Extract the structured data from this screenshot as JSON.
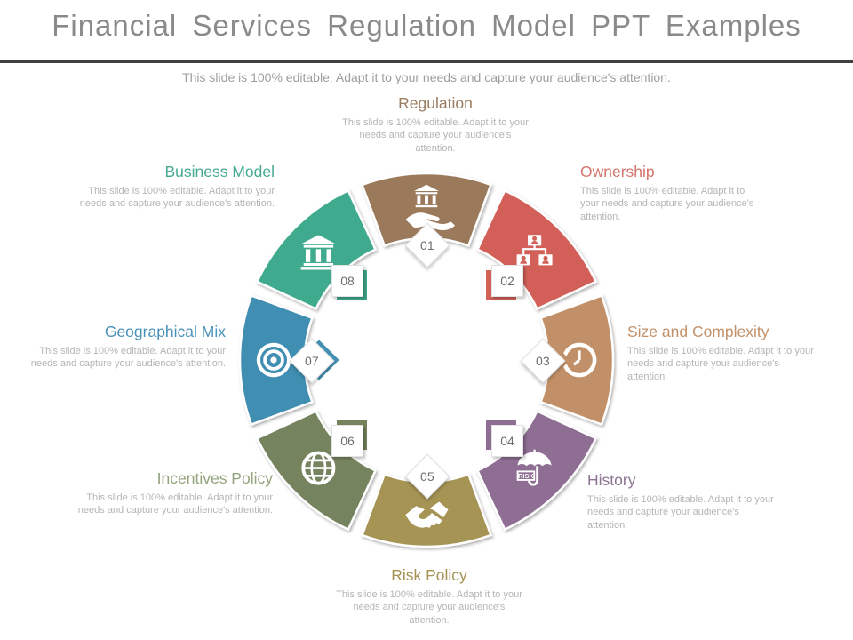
{
  "slide": {
    "title": "Financial Services Regulation Model PPT Examples",
    "subtitle": "This slide is 100% editable. Adapt it to your needs and capture your audience's attention."
  },
  "diagram": {
    "segments": [
      {
        "number": "01",
        "label": "Regulation",
        "description": "This slide is 100% editable. Adapt it to your needs and capture your audience's attention.",
        "color": "#9b7a5c",
        "label_color": "#9b7c5e",
        "icon": "bank-hand-icon",
        "badge_shape": "diamond"
      },
      {
        "number": "02",
        "label": "Ownership",
        "description": "This slide is 100% editable. Adapt it to your needs and capture your audience's attention.",
        "color": "#d26158",
        "label_color": "#d4756b",
        "icon": "org-chart-icon",
        "badge_shape": "square"
      },
      {
        "number": "03",
        "label": "Size and Complexity",
        "description": "This slide is 100% editable. Adapt it to your needs and capture your audience's attention.",
        "color": "#c19068",
        "label_color": "#c39169",
        "icon": "clock-icon",
        "badge_shape": "diamond"
      },
      {
        "number": "04",
        "label": "History",
        "description": "This slide is 100% editable. Adapt it to your needs and capture your audience's attention.",
        "color": "#8e6e93",
        "label_color": "#8d7494",
        "icon": "risk-umbrella-icon",
        "badge_shape": "square"
      },
      {
        "number": "05",
        "label": "Risk Policy",
        "description": "This slide is 100% editable. Adapt it to your needs and capture your audience's attention.",
        "color": "#a69454",
        "label_color": "#a59252",
        "icon": "handshake-icon",
        "badge_shape": "diamond"
      },
      {
        "number": "06",
        "label": "Incentives Policy",
        "description": "This slide is 100% editable. Adapt it to your needs and capture your audience's attention.",
        "color": "#75845e",
        "label_color": "#93a47c",
        "icon": "globe-icon",
        "badge_shape": "square"
      },
      {
        "number": "07",
        "label": "Geographical Mix",
        "description": "This slide is 100% editable. Adapt it to your needs and capture your audience's attention.",
        "color": "#418fb3",
        "label_color": "#4a92b8",
        "icon": "target-icon",
        "badge_shape": "diamond"
      },
      {
        "number": "08",
        "label": "Business Model",
        "description": "This slide is 100% editable. Adapt it to your needs and capture your audience's attention.",
        "color": "#41aa8e",
        "label_color": "#45aa90",
        "icon": "bank-icon",
        "badge_shape": "square"
      }
    ]
  }
}
